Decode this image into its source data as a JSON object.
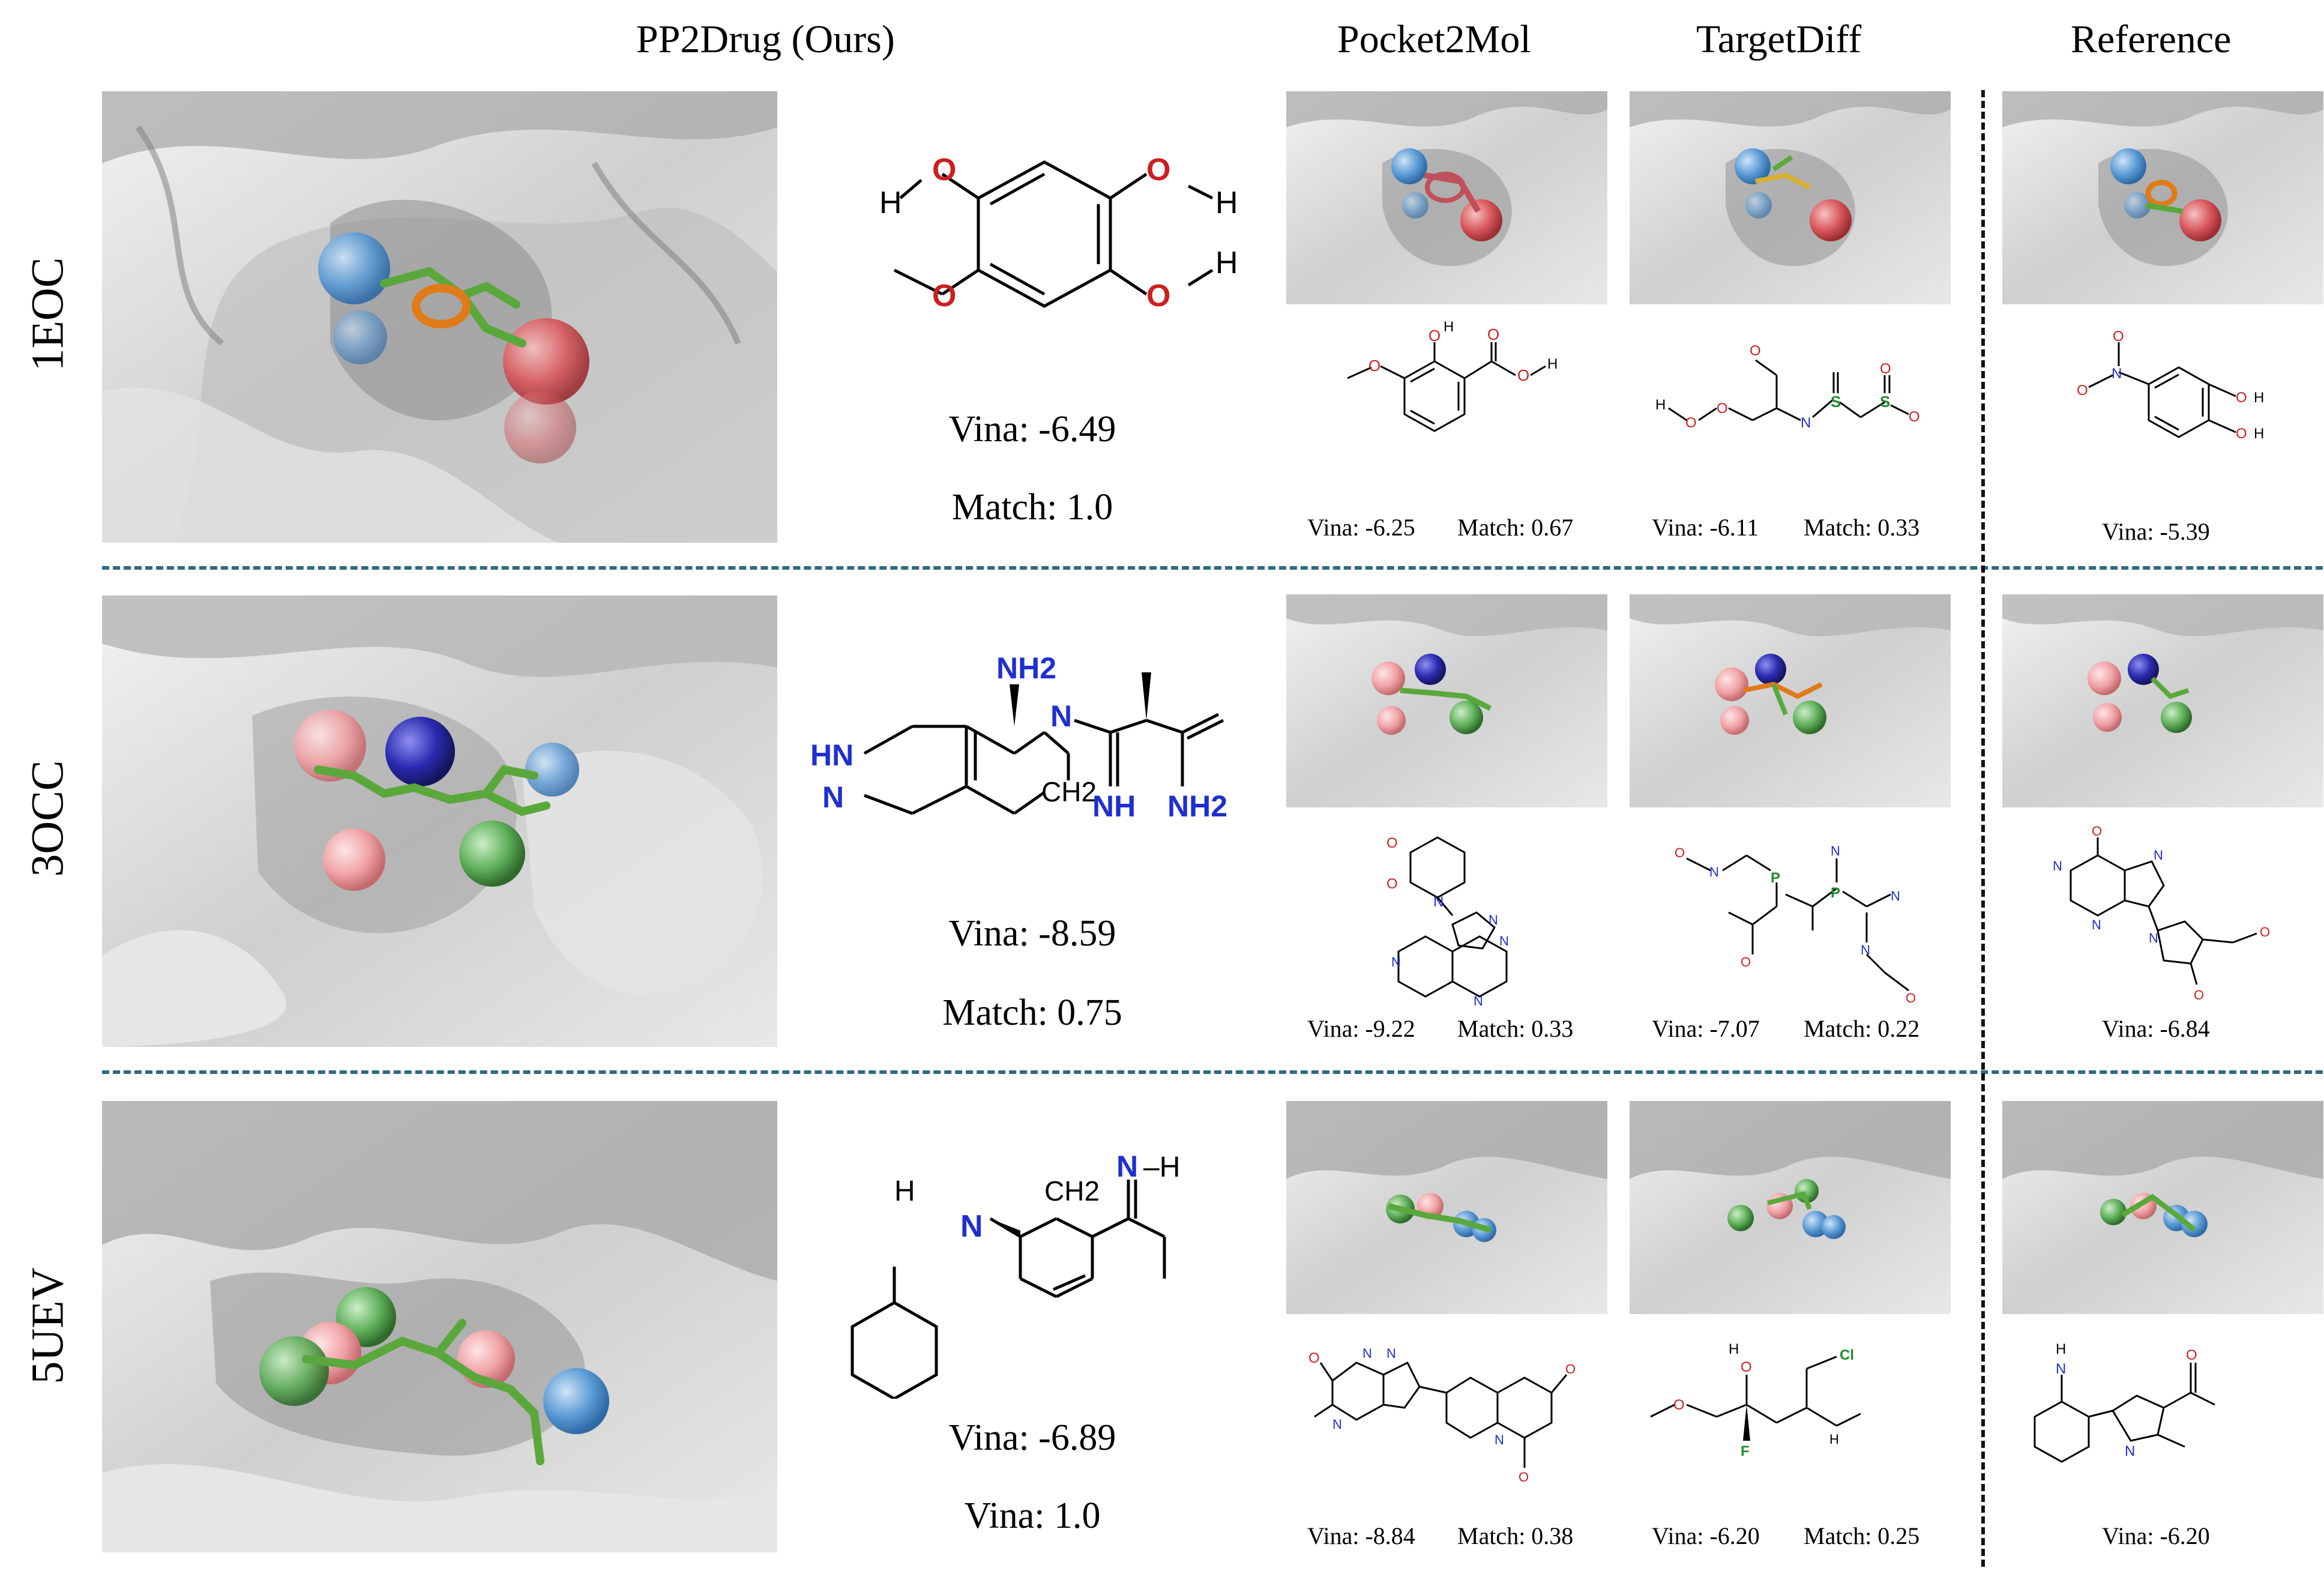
{
  "columns": {
    "pp2drug": "PP2Drug (Ours)",
    "pocket2mol": "Pocket2Mol",
    "targetdiff": "TargetDiff",
    "reference": "Reference"
  },
  "rows": [
    {
      "label": "1EOC",
      "pp2drug": {
        "vina": "Vina: -6.49",
        "match": "Match: 1.0"
      },
      "pocket2mol": {
        "vina": "Vina: -6.25",
        "match": "Match: 0.67"
      },
      "targetdiff": {
        "vina": "Vina: -6.11",
        "match": "Match: 0.33"
      },
      "reference": {
        "vina": "Vina: -5.39"
      }
    },
    {
      "label": "3OCC",
      "pp2drug": {
        "vina": "Vina: -8.59",
        "match": "Match: 0.75"
      },
      "pocket2mol": {
        "vina": "Vina: -9.22",
        "match": "Match: 0.33"
      },
      "targetdiff": {
        "vina": "Vina: -7.07",
        "match": "Match: 0.22"
      },
      "reference": {
        "vina": "Vina: -6.84"
      }
    },
    {
      "label": "5UEV",
      "pp2drug": {
        "vina": "Vina: -6.89",
        "match": "Vina: 1.0"
      },
      "pocket2mol": {
        "vina": "Vina: -8.84",
        "match": "Match: 0.38"
      },
      "targetdiff": {
        "vina": "Vina: -6.20",
        "match": "Match: 0.25"
      },
      "reference": {
        "vina": "Vina: -6.20"
      }
    }
  ],
  "atoms": {
    "oxygen": "O",
    "hydrogen": "H",
    "nitrogen": "N",
    "fluorine": "F",
    "chlorine": "Cl",
    "nh2": "NH2",
    "ch2": "CH2",
    "nh": "NH",
    "hn": "HN",
    "nh_eq": "N–H"
  },
  "colors": {
    "surface": "#d9d9d9",
    "surface_dark": "#9a9a9a",
    "carbon_stick": "#5aa83c",
    "ring_orange": "#e07b18",
    "sphere_blue": "#5b9bd5",
    "sphere_red": "#d9575b",
    "sphere_pink": "#f0a3a6",
    "sphere_navy": "#2a2ab0",
    "sphere_green": "#5fb05a",
    "oxygen": "#cc1f1f",
    "nitrogen": "#1f2fd0",
    "halogen": "#1f8a2a",
    "row_divider": "#2e6a82"
  }
}
